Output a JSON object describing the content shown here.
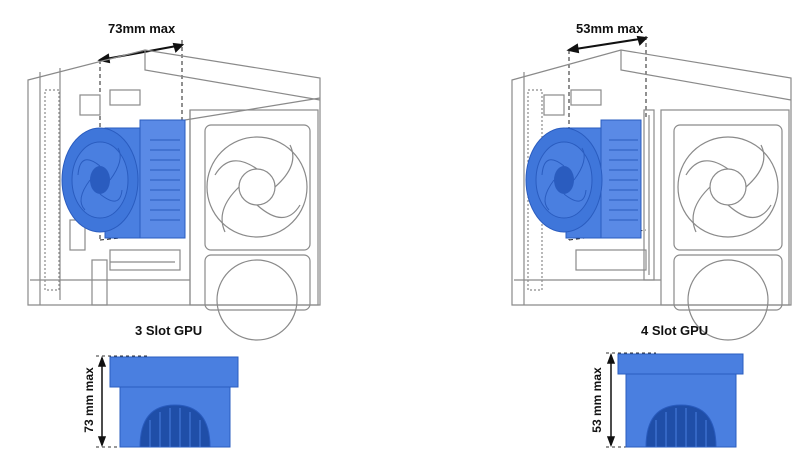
{
  "left": {
    "clearance_label": "73mm max",
    "caption": "3 Slot GPU",
    "height_label": "73 mm max"
  },
  "right": {
    "clearance_label": "53mm max",
    "caption": "4 Slot GPU",
    "height_label": "53 mm max"
  },
  "colors": {
    "cooler_blue": "#4a7fe0",
    "cooler_blue_dark": "#2a5cbf",
    "line_gray": "#7a7a7a"
  },
  "icons": [
    "pc-case-drawing",
    "cpu-cooler",
    "case-fan",
    "gpu-slot",
    "dimension-arrow"
  ]
}
